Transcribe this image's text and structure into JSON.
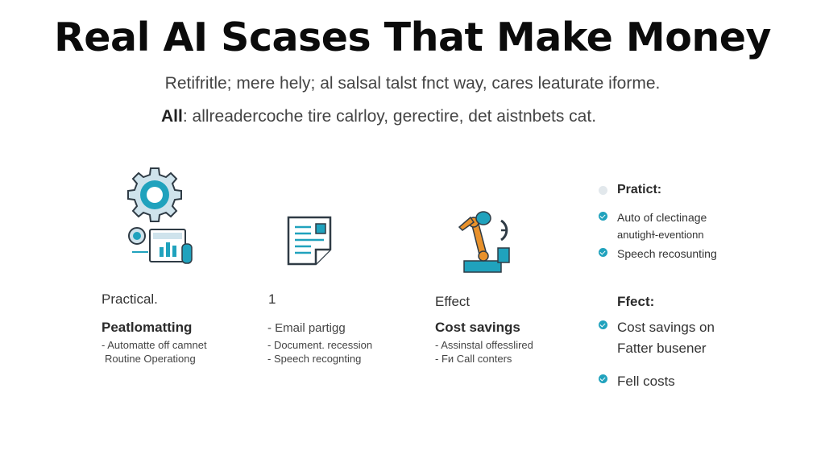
{
  "title": "Real AI Scases That Make Money",
  "subtitle": "Retifritle; mere hely; al salsal talst fnct way, cares leaturate iforme.",
  "subline": {
    "bold": "All",
    "rest": ": allreadercoche tire calrloy, gerectire, det aistnbets cat."
  },
  "columns": [
    {
      "icon": "gear-document-chart-icon",
      "title": "Practical.",
      "heading": "Peatlomatting",
      "lines": [
        "- Automatte off camnet",
        "Routine Operationg"
      ]
    },
    {
      "icon": "document-icon",
      "title": "1",
      "heading": "",
      "lines": [
        "- Email partigg",
        "- Document. recession",
        "- Speech recognting"
      ]
    },
    {
      "icon": "robotic-arm-icon",
      "title": "Effect",
      "heading": "Cost savings",
      "lines": [
        "- Assinstal offesslired",
        "- Fи Call conters"
      ]
    }
  ],
  "right_panel": {
    "practical": {
      "heading": "Pratict:",
      "items": [
        "Auto of clectinage",
        "anutighɫ-eventionn",
        "Speech recosunting"
      ]
    },
    "effect": {
      "heading": "Ffect:",
      "items": [
        "Cost savings on",
        "Fatter busener",
        "Fell costs"
      ]
    }
  },
  "colors": {
    "accent": "#20a2bd",
    "icon_light": "#cfe3ec",
    "arm_orange": "#e8912b",
    "text_dark": "#0b0b0b"
  }
}
